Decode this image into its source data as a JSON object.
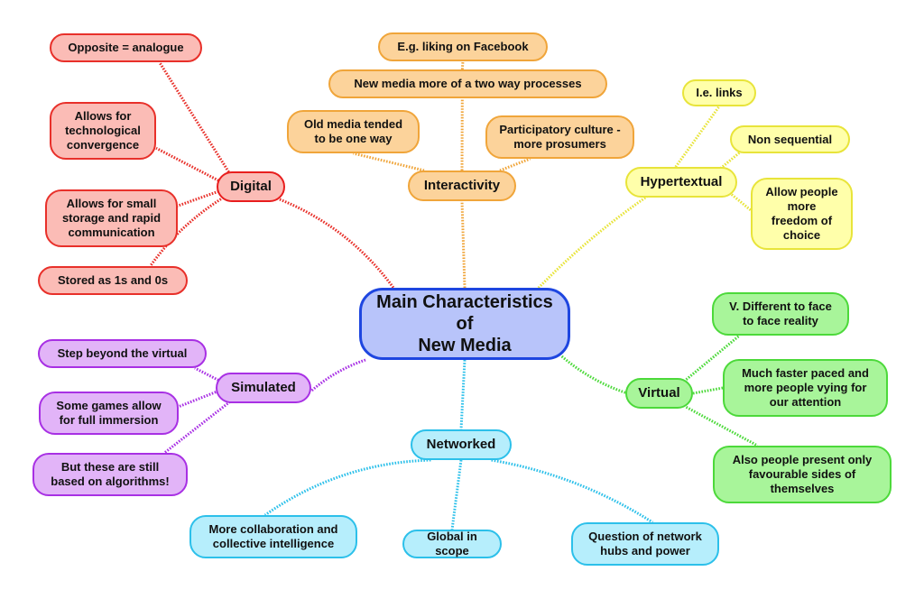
{
  "title": "Main Characteristics\nof\nNew Media",
  "colors": {
    "red": "#e8302a",
    "orange": "#f0a53a",
    "yellow": "#e8e43a",
    "green": "#4cd93a",
    "cyan": "#2cc0ea",
    "purple": "#a830e4",
    "blue": "#1e46e0"
  },
  "branches": [
    {
      "id": "digital",
      "label": "Digital",
      "color": "red",
      "children": [
        "Opposite = analogue",
        "Allows for\ntechnological\nconvergence",
        "Allows for small\nstorage and rapid\ncommunication",
        "Stored as 1s and 0s"
      ]
    },
    {
      "id": "interactivity",
      "label": "Interactivity",
      "color": "orange",
      "children": [
        "Old media tended\nto be one way",
        "New media more of a two way processes",
        "Participatory culture -\nmore prosumers"
      ],
      "grandchildren": [
        "E.g. liking on Facebook"
      ]
    },
    {
      "id": "hypertextual",
      "label": "Hypertextual",
      "color": "yellow",
      "children": [
        "I.e. links",
        "Non sequential",
        "Allow people\nmore\nfreedom of\nchoice"
      ]
    },
    {
      "id": "virtual",
      "label": "Virtual",
      "color": "green",
      "children": [
        "V. Different to face\nto face reality",
        "Much faster paced and\nmore people vying for\nour attention",
        "Also people present only\nfavourable sides of\nthemselves"
      ]
    },
    {
      "id": "networked",
      "label": "Networked",
      "color": "cyan",
      "children": [
        "More collaboration and\ncollective intelligence",
        "Global in scope",
        "Question of network\nhubs and power"
      ]
    },
    {
      "id": "simulated",
      "label": "Simulated",
      "color": "purple",
      "children": [
        "Step beyond the virtual",
        "Some games allow\nfor full immersion",
        "But these are still\nbased on algorithms!"
      ]
    }
  ]
}
